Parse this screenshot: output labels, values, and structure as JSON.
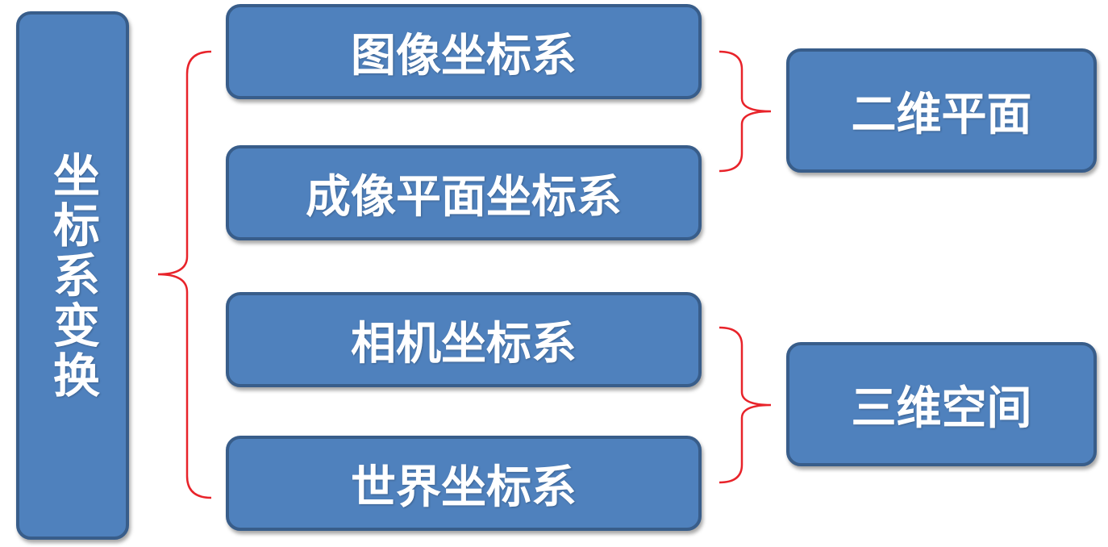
{
  "root": {
    "label": "坐标系变换"
  },
  "systems": [
    {
      "label": "图像坐标系"
    },
    {
      "label": "成像平面坐标系"
    },
    {
      "label": "相机坐标系"
    },
    {
      "label": "世界坐标系"
    }
  ],
  "groups": [
    {
      "label": "二维平面"
    },
    {
      "label": "三维空间"
    }
  ],
  "colors": {
    "box_fill": "#4f81bd",
    "box_border": "#385d8a",
    "bracket": "#e8232a",
    "text": "#ffffff"
  }
}
